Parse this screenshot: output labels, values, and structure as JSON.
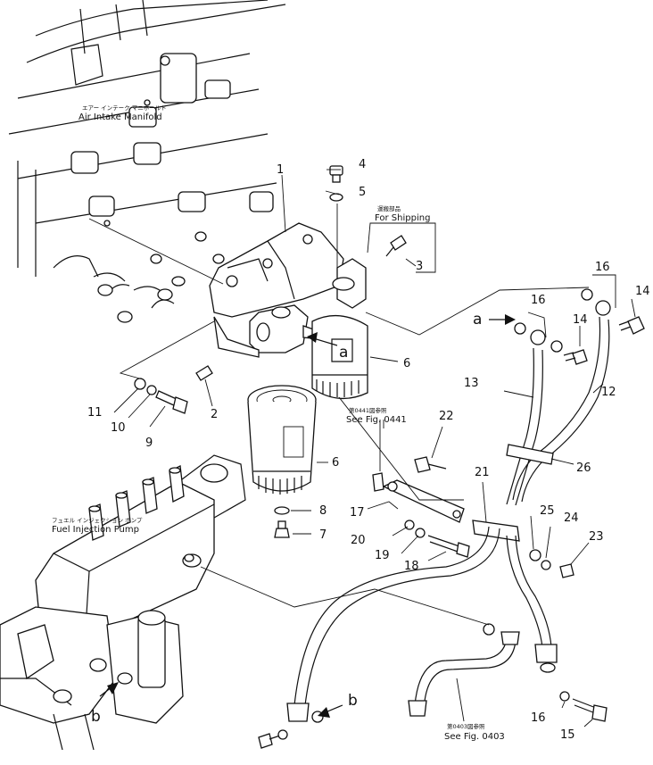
{
  "labels": {
    "air_intake_jp": "エアー インテーク マニホールド",
    "air_intake": "Air Intake Manifold",
    "fuel_pump_jp": "フュエル インジェクション ポンプ",
    "fuel_pump": "Fuel Injection Pump",
    "shipping_jp": "運搬部品",
    "shipping": "For Shipping",
    "see0441_jp": "第0441図参照",
    "see0441": "See Fig. 0441",
    "see0403_jp": "第0403図参照",
    "see0403": "See Fig. 0403"
  },
  "markers": {
    "a1": "a",
    "a2": "a",
    "b1": "b",
    "b2": "b"
  },
  "callouts": {
    "n1": "1",
    "n2": "2",
    "n3": "3",
    "n4": "4",
    "n5": "5",
    "n6a": "6",
    "n6b": "6",
    "n7": "7",
    "n8": "8",
    "n9": "9",
    "n10": "10",
    "n11": "11",
    "n12": "12",
    "n13": "13",
    "n14a": "14",
    "n14b": "14",
    "n15": "15",
    "n16a": "16",
    "n16b": "16",
    "n16c": "16",
    "n17": "17",
    "n18": "18",
    "n19": "19",
    "n20": "20",
    "n21": "21",
    "n22": "22",
    "n23": "23",
    "n24": "24",
    "n25": "25",
    "n26": "26"
  }
}
